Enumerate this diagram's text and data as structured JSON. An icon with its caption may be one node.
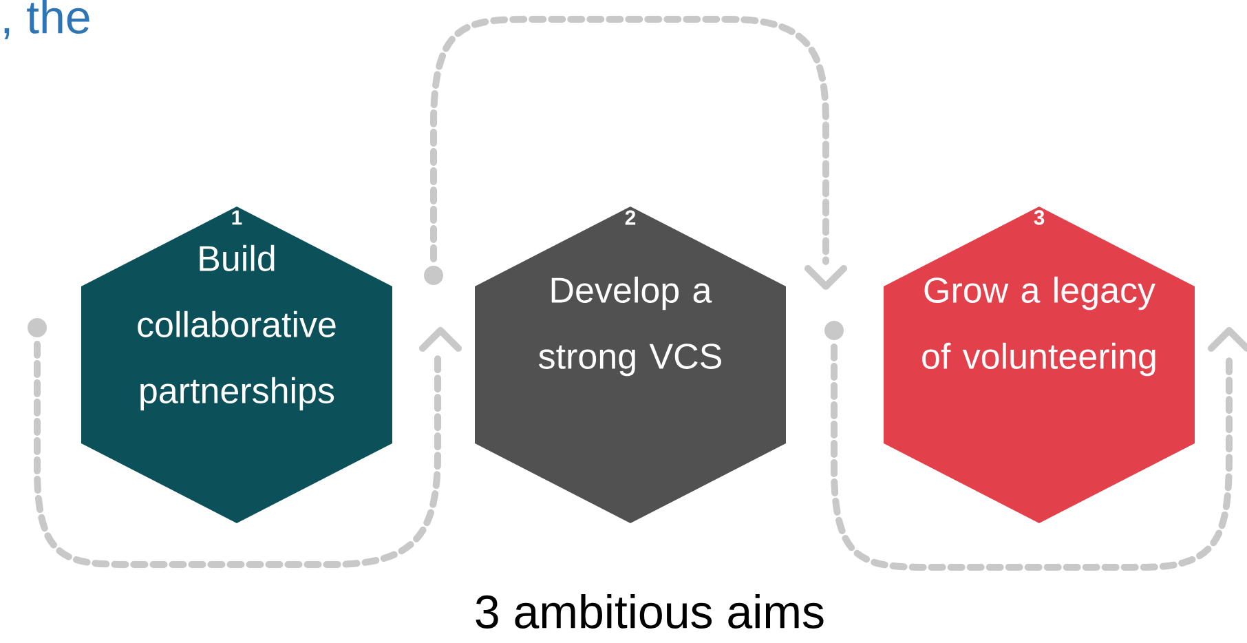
{
  "diagram": {
    "caption": "3 ambitious aims",
    "nodes": [
      {
        "text": [
          "1",
          "Build collaborative partnerships"
        ]
      },
      {
        "text": [
          "2",
          "Develop a strong VCS"
        ]
      },
      {
        "text": [
          "3",
          "Grow a legacy of volunteering"
        ]
      }
    ],
    "labels": [
      ", the"
    ]
  }
}
